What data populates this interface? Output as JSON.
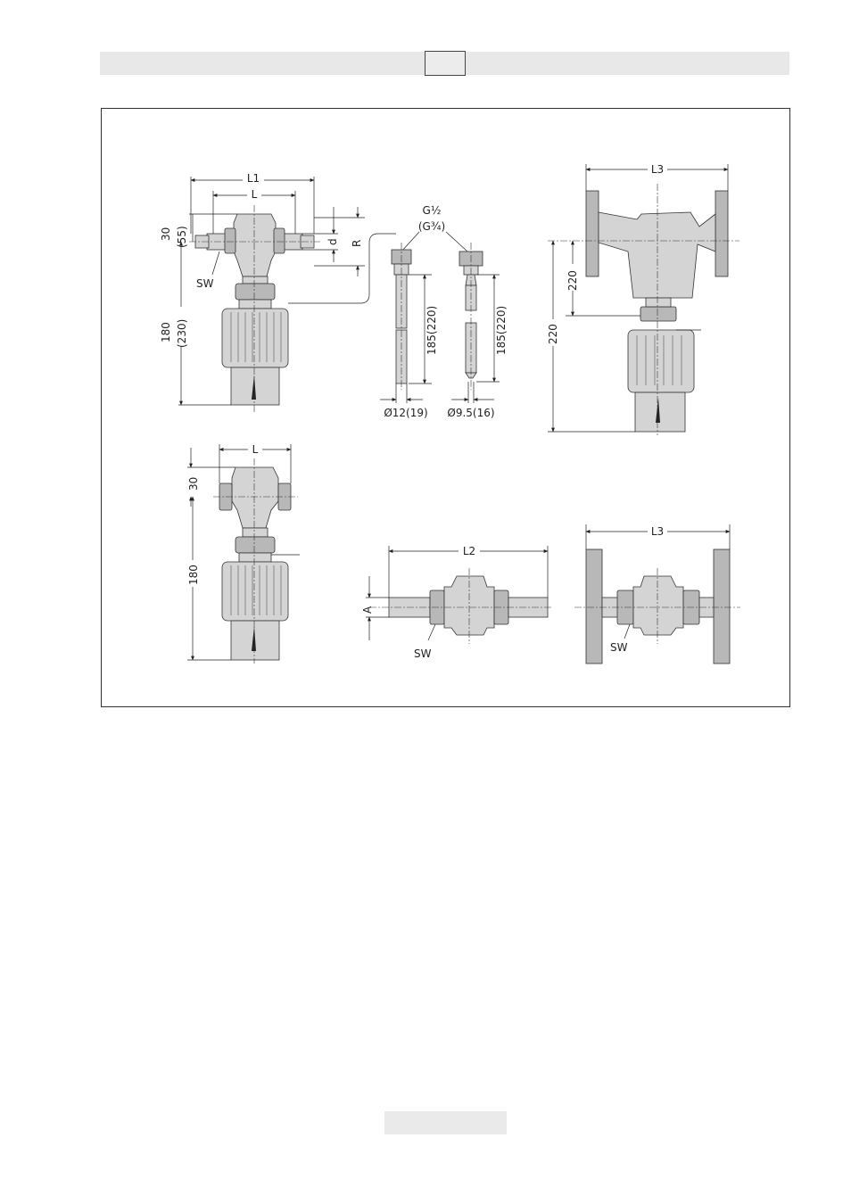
{
  "labels": {
    "l1": "L1",
    "l": "L",
    "l2": "L2",
    "l3": "L3",
    "dim_30": "30",
    "dim_55": "(55)",
    "dim_d": "d",
    "dim_r": "R",
    "sw": "SW",
    "dim_180": "180",
    "dim_230": "(230)",
    "thread_g12": "G½",
    "thread_g34": "(G¾)",
    "dim_185_220": "185(220)",
    "dia_12_19": "Ø12(19)",
    "dia_95_16": "Ø9.5(16)",
    "dim_220": "220",
    "dim_a": "A"
  }
}
